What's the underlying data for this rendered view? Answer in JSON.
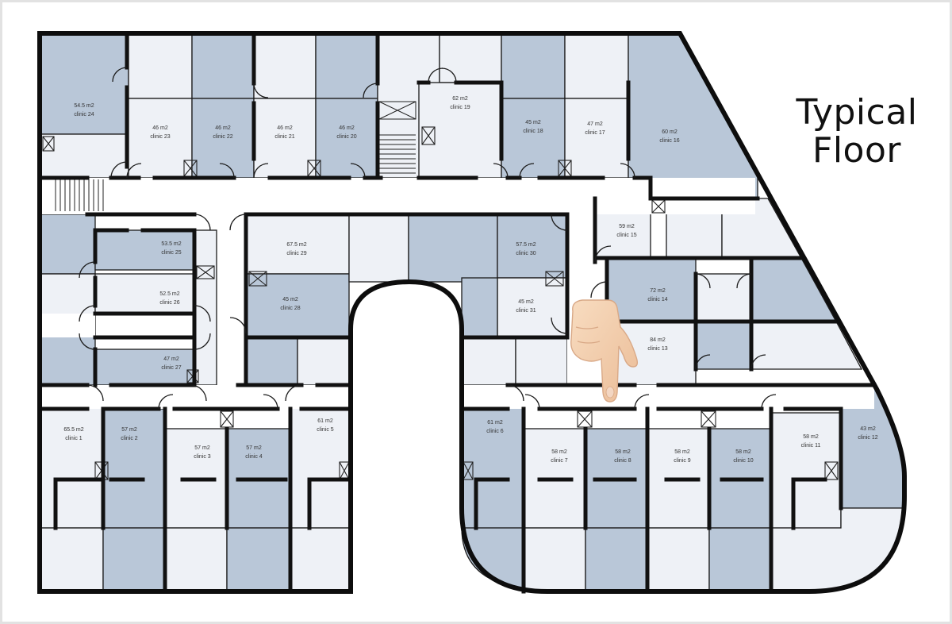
{
  "title": {
    "line1": "Typical",
    "line2": "Floor"
  },
  "colors": {
    "blue": "#b9c7d8",
    "light": "#eef1f6",
    "wall": "#111111",
    "corridor": "#ffffff"
  },
  "rooms": [
    {
      "id": "24",
      "area": "54.5 m2",
      "name": "clinic 24"
    },
    {
      "id": "23",
      "area": "46 m2",
      "name": "clinic 23"
    },
    {
      "id": "22",
      "area": "46 m2",
      "name": "clinic 22"
    },
    {
      "id": "21",
      "area": "46 m2",
      "name": "clinic 21"
    },
    {
      "id": "20",
      "area": "46 m2",
      "name": "clinic 20"
    },
    {
      "id": "19",
      "area": "62 m2",
      "name": "clinic 19"
    },
    {
      "id": "18",
      "area": "45 m2",
      "name": "clinic 18"
    },
    {
      "id": "17",
      "area": "47 m2",
      "name": "clinic 17"
    },
    {
      "id": "16",
      "area": "60 m2",
      "name": "clinic 16"
    },
    {
      "id": "15",
      "area": "59 m2",
      "name": "clinic 15"
    },
    {
      "id": "14",
      "area": "72 m2",
      "name": "clinic 14"
    },
    {
      "id": "13",
      "area": "84 m2",
      "name": "clinic 13"
    },
    {
      "id": "25",
      "area": "53.5 m2",
      "name": "clinic 25"
    },
    {
      "id": "26",
      "area": "52.5 m2",
      "name": "clinic 26"
    },
    {
      "id": "27",
      "area": "47 m2",
      "name": "clinic 27"
    },
    {
      "id": "29",
      "area": "67.5 m2",
      "name": "clinic 29"
    },
    {
      "id": "28",
      "area": "45 m2",
      "name": "clinic 28"
    },
    {
      "id": "30",
      "area": "57.5 m2",
      "name": "clinic 30"
    },
    {
      "id": "31",
      "area": "45 m2",
      "name": "clinic 31"
    },
    {
      "id": "1",
      "area": "65.5 m2",
      "name": "clinic 1"
    },
    {
      "id": "2",
      "area": "57 m2",
      "name": "clinic 2"
    },
    {
      "id": "3",
      "area": "57 m2",
      "name": "clinic 3"
    },
    {
      "id": "4",
      "area": "57 m2",
      "name": "clinic 4"
    },
    {
      "id": "5",
      "area": "61 m2",
      "name": "clinic 5"
    },
    {
      "id": "6",
      "area": "61 m2",
      "name": "clinic 6"
    },
    {
      "id": "7",
      "area": "58 m2",
      "name": "clinic 7"
    },
    {
      "id": "8",
      "area": "58 m2",
      "name": "clinic 8"
    },
    {
      "id": "9",
      "area": "58 m2",
      "name": "clinic 9"
    },
    {
      "id": "10",
      "area": "58 m2",
      "name": "clinic 10"
    },
    {
      "id": "11",
      "area": "58 m2",
      "name": "clinic 11"
    },
    {
      "id": "12",
      "area": "43 m2",
      "name": "clinic 12"
    }
  ]
}
